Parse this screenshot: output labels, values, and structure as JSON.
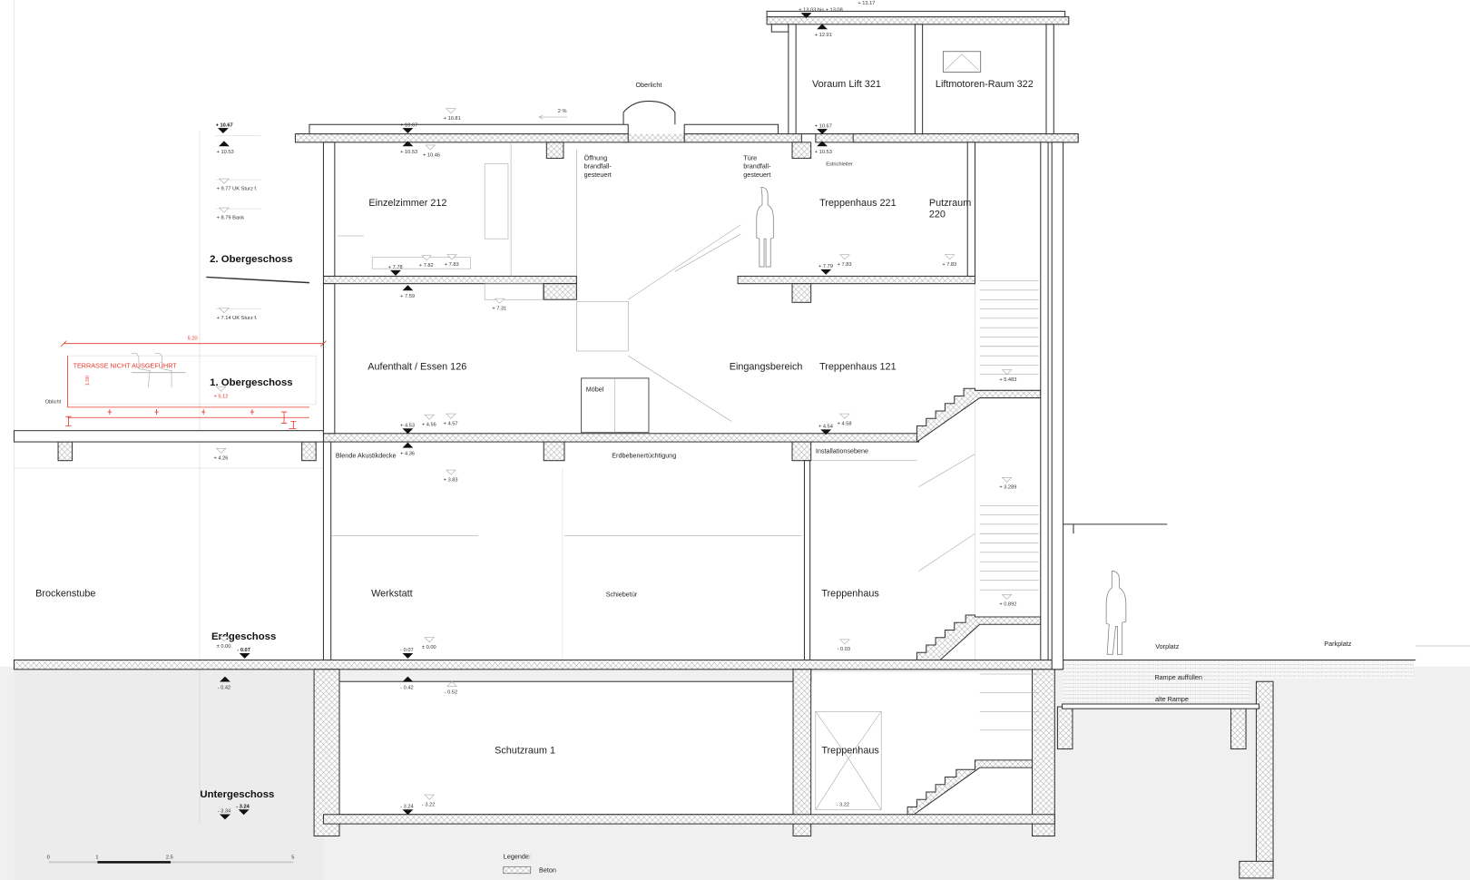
{
  "rooms": {
    "einzelzimmer": "Einzelzimmer 212",
    "oeffnung": [
      "Öffnung",
      "brandfall-",
      "gesteuert"
    ],
    "tuere": [
      "Türe",
      "brandfall-",
      "gesteuert"
    ],
    "treppenhaus_221": "Treppenhaus 221",
    "putzraum": [
      "Putzraum",
      "220"
    ],
    "voraum_lift": "Voraum Lift 321",
    "liftmotoren": "Liftmotoren-Raum 322",
    "aufenthalt": "Aufenthalt / Essen 126",
    "moebel": "Möbel",
    "eingangsbereich": "Eingangsbereich",
    "treppenhaus_121": "Treppenhaus 121",
    "brockenstube": "Brockenstube",
    "werkstatt": "Werkstatt",
    "schiebetuer": "Schiebetür",
    "treppenhaus_eg": "Treppenhaus",
    "schutzraum": "Schutzraum 1",
    "treppenhaus_ug": "Treppenhaus"
  },
  "levels": {
    "og2": "2. Obergeschoss",
    "og1": "1. Obergeschoss",
    "eg": "Erdgeschoss",
    "ug": "Untergeschoss"
  },
  "annotations": {
    "oberlicht": "Oberlicht",
    "slope": "2 %",
    "estrichleiter": "Estrichleiter",
    "blende": "Blende Akustikdecke",
    "erdbeben": "Erdbebenertüchtigung",
    "installation": "Installationsebene",
    "oblicht": "Oblicht",
    "terrasse": "TERRASSE NICHT AUSGEFÜHRT",
    "terrasse_width": "5.20",
    "terrasse_height": "1.00",
    "vorplatz": "Vorplatz",
    "parkplatz": "Parkplatz",
    "rampe_auffuellen": "Rampe auffüllen",
    "alte_rampe": "alte Rampe"
  },
  "elevations": {
    "l_1067": "+ 10.67",
    "l_1053": "+ 10.53",
    "l_977": "+ 9.77 UK Sturz f.",
    "l_879": "+ 8.79 Bank",
    "l_714": "+ 7.14 UK Sturz f.",
    "r_1067": "+ 10.67",
    "r_1081": "+ 10.81",
    "r_1053": "+ 10.53",
    "r_1046": "+ 10.46",
    "r_778": "+ 7.78",
    "r_782": "+ 7.82",
    "r_783": "+ 7.83",
    "r_759": "+ 7.59",
    "r_731": "+ 7.31",
    "p_1303": "+ 13.03 bis + 13.08",
    "p_1317": "+ 13.17",
    "p_1291": "+ 12.91",
    "p_1067": "+ 10.67",
    "p_1053": "+ 10.53",
    "t_779": "+ 7.79",
    "t_783": "+ 7.83",
    "pz_783": "+ 7.83",
    "terr_512": "+ 5.12",
    "a_453": "+ 4.53",
    "a_456": "+ 4.56",
    "a_457": "+ 4.57",
    "a_436": "+ 4.36",
    "b_426": "+ 4.26",
    "a_383": "+ 3.83",
    "t_454": "+ 4.54",
    "t_458": "+ 4.58",
    "s_5483": "+ 5.483",
    "s_3289": "+ 3.289",
    "s_0892": "+ 0.892",
    "eg_000": "± 0.00",
    "eg_007": "- 0.07",
    "w_007": "- 0.07",
    "w_000": "± 0.00",
    "t_003": "- 0.03",
    "ug_042": "- 0.42",
    "s_042": "- 0.42",
    "s_052": "- 0.52",
    "ug_334": "- 3.34",
    "ug_324": "- 3.24",
    "s_324": "- 3.24",
    "s_322": "- 3.22",
    "tu_322": "- 3.22"
  },
  "scale_bar": {
    "ticks": [
      "0",
      "1",
      "2.5",
      "5"
    ]
  },
  "legend": {
    "title": "Legende:",
    "items": [
      {
        "label": "Beton"
      }
    ]
  },
  "colors": {
    "concrete_outline": "#333333",
    "not_built": "#e8382c",
    "ground": "#f0f0f0"
  }
}
